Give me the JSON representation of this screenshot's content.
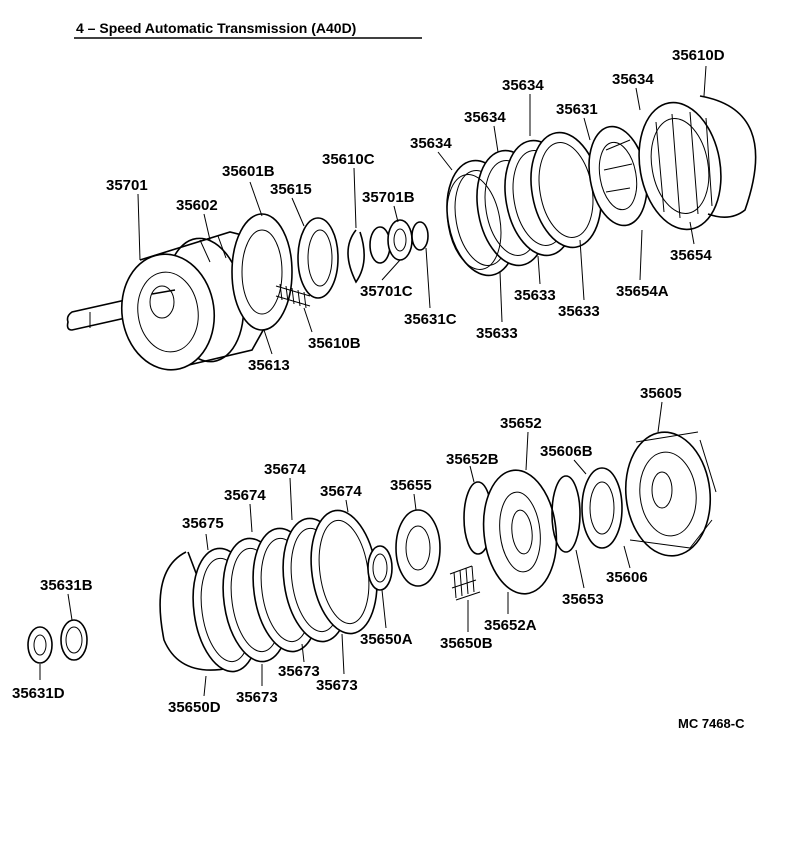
{
  "title": "4 – Speed Automatic Transmission (A40D)",
  "drawing_code": "MC 7468-C",
  "parts": [
    {
      "id": "p35701",
      "label": "35701"
    },
    {
      "id": "p35602",
      "label": "35602"
    },
    {
      "id": "p35601B",
      "label": "35601B"
    },
    {
      "id": "p35615",
      "label": "35615"
    },
    {
      "id": "p35610C",
      "label": "35610C"
    },
    {
      "id": "p35701B",
      "label": "35701B"
    },
    {
      "id": "p35634a",
      "label": "35634"
    },
    {
      "id": "p35634b",
      "label": "35634"
    },
    {
      "id": "p35634c",
      "label": "35634"
    },
    {
      "id": "p35634d",
      "label": "35634"
    },
    {
      "id": "p35631",
      "label": "35631"
    },
    {
      "id": "p35610D",
      "label": "35610D"
    },
    {
      "id": "p35654",
      "label": "35654"
    },
    {
      "id": "p35654A",
      "label": "35654A"
    },
    {
      "id": "p35633a",
      "label": "35633"
    },
    {
      "id": "p35633b",
      "label": "35633"
    },
    {
      "id": "p35633c",
      "label": "35633"
    },
    {
      "id": "p35631C",
      "label": "35631C"
    },
    {
      "id": "p35701C",
      "label": "35701C"
    },
    {
      "id": "p35610B",
      "label": "35610B"
    },
    {
      "id": "p35613",
      "label": "35613"
    },
    {
      "id": "p35605",
      "label": "35605"
    },
    {
      "id": "p35652",
      "label": "35652"
    },
    {
      "id": "p35606B",
      "label": "35606B"
    },
    {
      "id": "p35652B",
      "label": "35652B"
    },
    {
      "id": "p35655",
      "label": "35655"
    },
    {
      "id": "p35674a",
      "label": "35674"
    },
    {
      "id": "p35674b",
      "label": "35674"
    },
    {
      "id": "p35674c",
      "label": "35674"
    },
    {
      "id": "p35675",
      "label": "35675"
    },
    {
      "id": "p35631B",
      "label": "35631B"
    },
    {
      "id": "p35631D",
      "label": "35631D"
    },
    {
      "id": "p35650D",
      "label": "35650D"
    },
    {
      "id": "p35673a",
      "label": "35673"
    },
    {
      "id": "p35673b",
      "label": "35673"
    },
    {
      "id": "p35673c",
      "label": "35673"
    },
    {
      "id": "p35650A",
      "label": "35650A"
    },
    {
      "id": "p35650B",
      "label": "35650B"
    },
    {
      "id": "p35652A",
      "label": "35652A"
    },
    {
      "id": "p35653",
      "label": "35653"
    },
    {
      "id": "p35606",
      "label": "35606"
    }
  ]
}
